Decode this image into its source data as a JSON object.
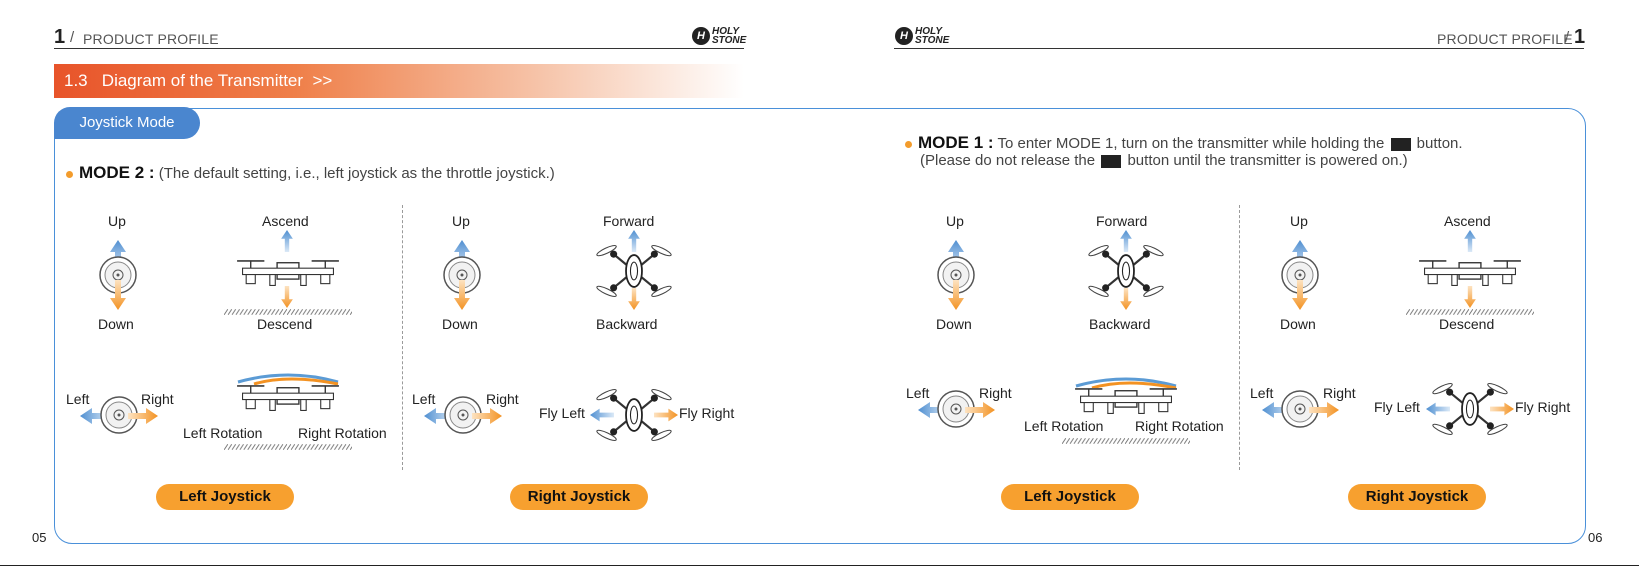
{
  "left_page": {
    "header_number": "1",
    "header_slash": "/",
    "header_title": "PRODUCT PROFILE",
    "logo_text": [
      "HOLY",
      "STONE"
    ],
    "section_banner": "1.3   Diagram of the Transmitter  >>",
    "page_number": "05"
  },
  "right_page": {
    "header_title": "PRODUCT PROFILE",
    "header_slash": "/",
    "header_number": "1",
    "logo_text": [
      "HOLY",
      "STONE"
    ],
    "page_number": "06"
  },
  "joystick_mode_label": "Joystick Mode",
  "mode2": {
    "title": "MODE 2 :",
    "desc": "(The default setting, i.e., left joystick as the throttle joystick.)"
  },
  "mode1": {
    "title": "MODE 1 :",
    "line1_a": "To enter MODE 1, turn on the transmitter while holding the",
    "line1_b": "button.",
    "line2_a": "(Please do not release the",
    "line2_b": "button until the transmitter is powered on.)"
  },
  "labels": {
    "up": "Up",
    "down": "Down",
    "left": "Left",
    "right": "Right",
    "ascend": "Ascend",
    "descend": "Descend",
    "forward": "Forward",
    "backward": "Backward",
    "left_rotation": "Left Rotation",
    "right_rotation": "Right Rotation",
    "fly_left": "Fly Left",
    "fly_right": "Fly Right"
  },
  "buttons": {
    "left_joystick": "Left Joystick",
    "right_joystick": "Right Joystick"
  },
  "colors": {
    "accent_orange": "#f7a02f",
    "arrow_blue": "#5b9bd5",
    "border_blue": "#4a90d9",
    "banner_orange": "#e8542a"
  }
}
